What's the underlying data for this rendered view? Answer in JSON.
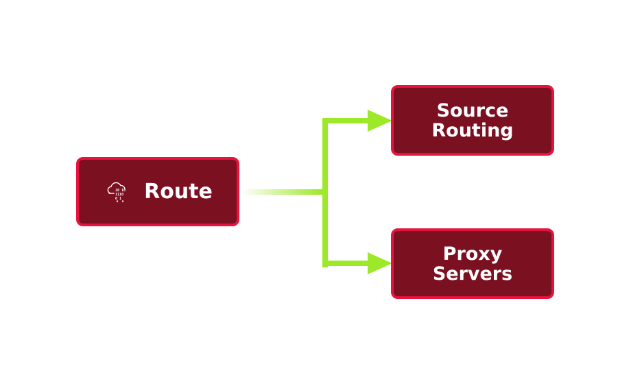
{
  "nodes": {
    "route": {
      "label": "Route",
      "icon": "cloud-data-icon"
    },
    "source_routing": {
      "label": "Source\nRouting"
    },
    "proxy_servers": {
      "label": "Proxy\nServers"
    }
  },
  "colors": {
    "node_fill": "#7b1020",
    "node_border": "#e5133e",
    "connector": "#9ee82a",
    "text": "#ffffff"
  }
}
